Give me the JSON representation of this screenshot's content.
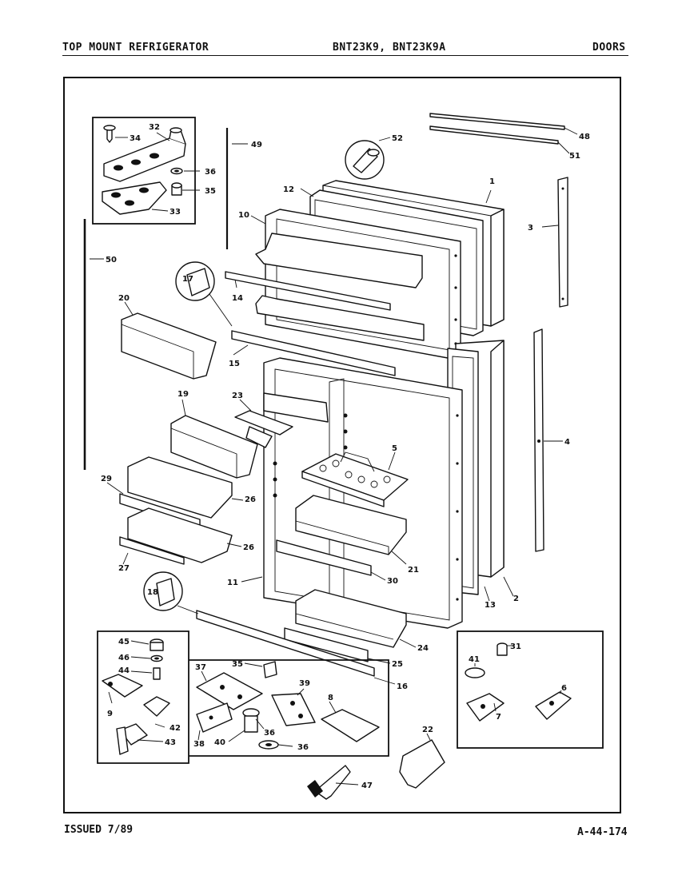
{
  "header": {
    "left": "TOP MOUNT REFRIGERATOR",
    "center": "BNT23K9, BNT23K9A",
    "right": "DOORS"
  },
  "footer": {
    "issued": "ISSUED 7/89",
    "code": "A-44-174"
  },
  "part_labels": {
    "p1": "1",
    "p2": "2",
    "p3": "3",
    "p4": "4",
    "p5": "5",
    "p6": "6",
    "p7": "7",
    "p8": "8",
    "p9": "9",
    "p10": "10",
    "p11": "11",
    "p12": "12",
    "p13": "13",
    "p14": "14",
    "p15": "15",
    "p16": "16",
    "p17": "17",
    "p18": "18",
    "p19": "19",
    "p20": "20",
    "p21": "21",
    "p22": "22",
    "p23": "23",
    "p24": "24",
    "p25": "25",
    "p26a": "26",
    "p26b": "26",
    "p27": "27",
    "p29": "29",
    "p30": "30",
    "p31": "31",
    "p32": "32",
    "p33": "33",
    "p34": "34",
    "p35a": "35",
    "p35b": "35",
    "p36a": "36",
    "p36b": "36",
    "p36c": "36",
    "p37": "37",
    "p38": "38",
    "p39": "39",
    "p40": "40",
    "p41": "41",
    "p42": "42",
    "p43": "43",
    "p44": "44",
    "p45": "45",
    "p46": "46",
    "p47": "47",
    "p48": "48",
    "p49": "49",
    "p50": "50",
    "p51": "51",
    "p52": "52"
  }
}
